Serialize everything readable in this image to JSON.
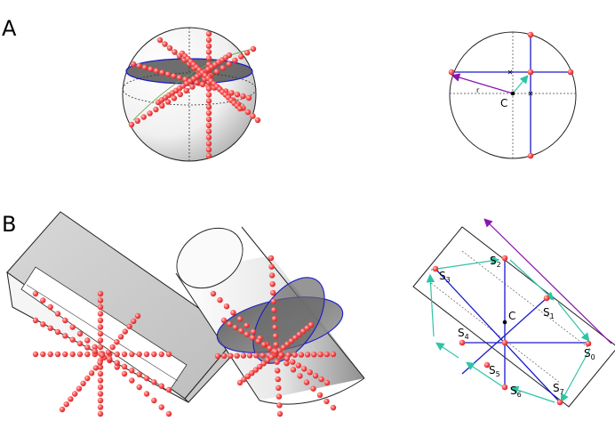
{
  "panels": [
    {
      "label": "A"
    },
    {
      "label": "B"
    }
  ],
  "circle_diagram": {
    "center_label": "C",
    "radius_label": "r"
  },
  "rect_diagram": {
    "center_label": "C",
    "points": [
      {
        "base": "S",
        "sub": "0"
      },
      {
        "base": "S",
        "sub": "1"
      },
      {
        "base": "S",
        "sub": "2"
      },
      {
        "base": "S",
        "sub": "3"
      },
      {
        "base": "S",
        "sub": "4"
      },
      {
        "base": "S",
        "sub": "5"
      },
      {
        "base": "S",
        "sub": "6"
      },
      {
        "base": "S",
        "sub": "7"
      }
    ]
  },
  "colors": {
    "bead": "#ff5a5a",
    "bead_highlight": "#ffc4c4",
    "line_blue": "#1a1acc",
    "arrow_cyan": "#2ec4a6",
    "arrow_purple": "#8a14b0",
    "outline": "#222222"
  }
}
